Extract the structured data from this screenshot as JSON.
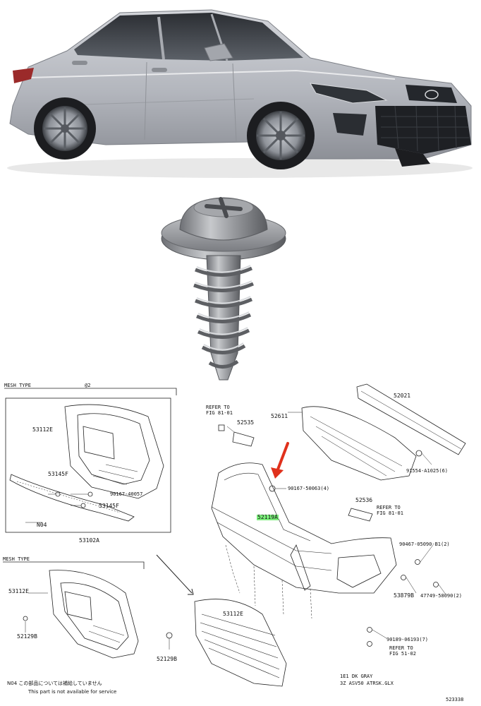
{
  "diagram": {
    "header_left": "MESH TYPE",
    "header_right": "@2",
    "header_left_2": "MESH TYPE",
    "parts": {
      "p52021": "52021",
      "p52611": "52611",
      "p52535": "52535",
      "refer1a": "REFER TO",
      "refer1b": "FIG 81-01",
      "p91554": "91554-A1025(6)",
      "p90167a": "90167-50063(4)",
      "p52536": "52536",
      "refer2a": "REFER TO",
      "refer2b": "FIG 81-01",
      "p52119A": "52119A",
      "p90467": "90467-05090-B1(2)",
      "p53879B": "53879B",
      "p47749": "47749-58090(2)",
      "p90189": "90189-06193(7)",
      "refer3a": "REFER TO",
      "refer3b": "FIG 51-02",
      "p53112E_1": "53112E",
      "p53145F_1": "53145F",
      "p90167b": "90167-40057",
      "p53145F_2": "53145F",
      "pN04_1": "N04",
      "p53102A": "53102A",
      "p53112E_2": "53112E",
      "p52129B_1": "52129B",
      "p53112E_3": "53112E",
      "p52129B_2": "52129B",
      "color_1": "1E1 DK GRAY",
      "color_2": "3Z ASV50 ATRSK.GLX",
      "note_jp": "N04 この部品については補給していません",
      "note_en": "This part is not available for service",
      "page_code": "523338"
    }
  },
  "colors": {
    "car_body": "#b9bcc2",
    "highlight": "#7cf07c",
    "arrow": "#e0311c"
  }
}
